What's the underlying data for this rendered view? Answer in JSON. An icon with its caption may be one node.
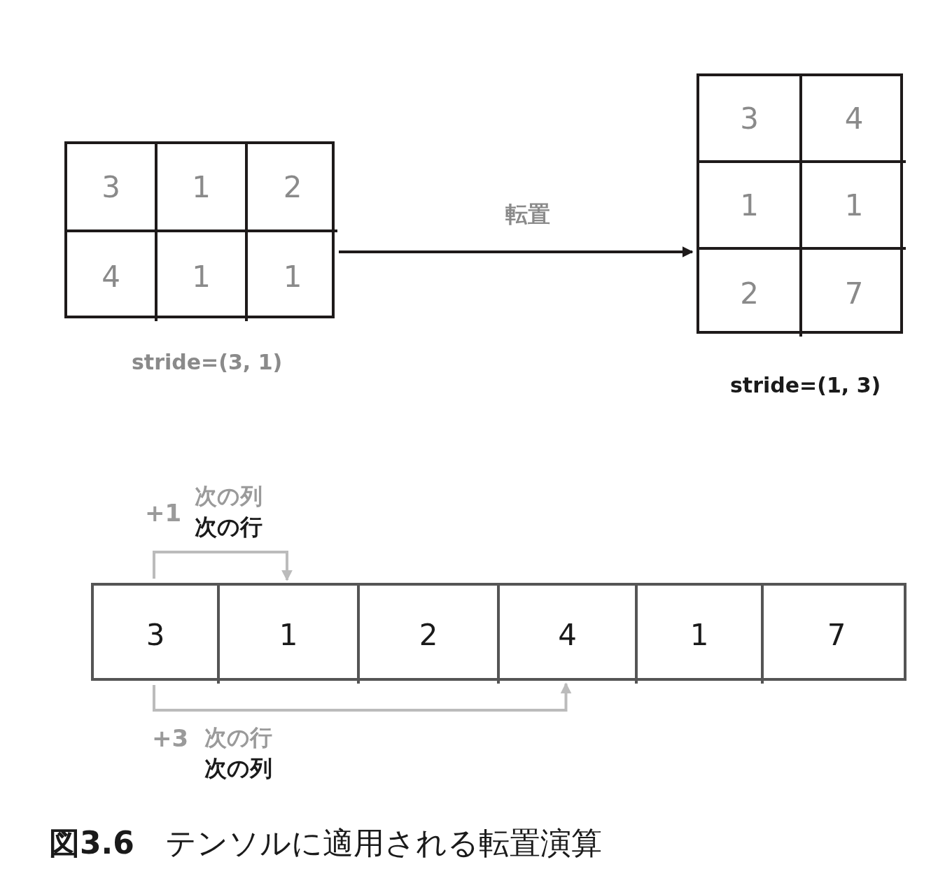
{
  "diagram": {
    "caption": "**図3.6**　テンソルに適用される転置演算",
    "nodes": [
      {
        "text": [],
        "shape": "box",
        "beside": [
          "stride=(3, 1)"
        ]
      },
      {
        "text": [
          "3"
        ],
        "in": 0
      },
      {
        "text": [
          "1"
        ],
        "in": 0
      },
      {
        "text": [
          "2"
        ],
        "in": 0
      },
      {
        "text": [
          "4"
        ],
        "in": 0
      },
      {
        "text": [
          "1"
        ],
        "in": 0
      },
      {
        "text": [
          "1"
        ],
        "in": 0
      },
      {
        "text": [],
        "shape": "box",
        "beside": [
          "stride=(1, 3)"
        ]
      },
      {
        "text": [
          "3"
        ],
        "in": 7
      },
      {
        "text": [
          "4"
        ],
        "in": 7
      },
      {
        "text": [
          "1"
        ],
        "in": 7
      },
      {
        "text": [
          "1"
        ],
        "in": 7
      },
      {
        "text": [
          "2"
        ],
        "in": 7
      },
      {
        "text": [
          "7"
        ],
        "in": 7
      },
      {
        "text": [],
        "shape": "box"
      },
      {
        "text": [
          "3"
        ],
        "in": 14
      },
      {
        "text": [
          "1"
        ],
        "in": 14
      },
      {
        "text": [
          "2"
        ],
        "in": 14
      },
      {
        "text": [
          "4"
        ],
        "in": 14
      },
      {
        "text": [
          "1"
        ],
        "in": 14
      },
      {
        "text": [
          "7"
        ],
        "in": 14
      }
    ],
    "edges": [
      {
        "from": 0,
        "to": 7,
        "arrow": "to",
        "label": "転置",
        "color": "#1e1a1a"
      },
      {
        "from": 15,
        "to": 16,
        "arrow": "to",
        "label": "+1",
        "color": "#bbbbbb"
      },
      {
        "from": 15,
        "to": 18,
        "arrow": "to",
        "label": "+3",
        "color": "#bbbbbb"
      }
    ],
    "labels": [
      "次の列",
      "次の行",
      "次の行",
      "次の列"
    ]
  }
}
